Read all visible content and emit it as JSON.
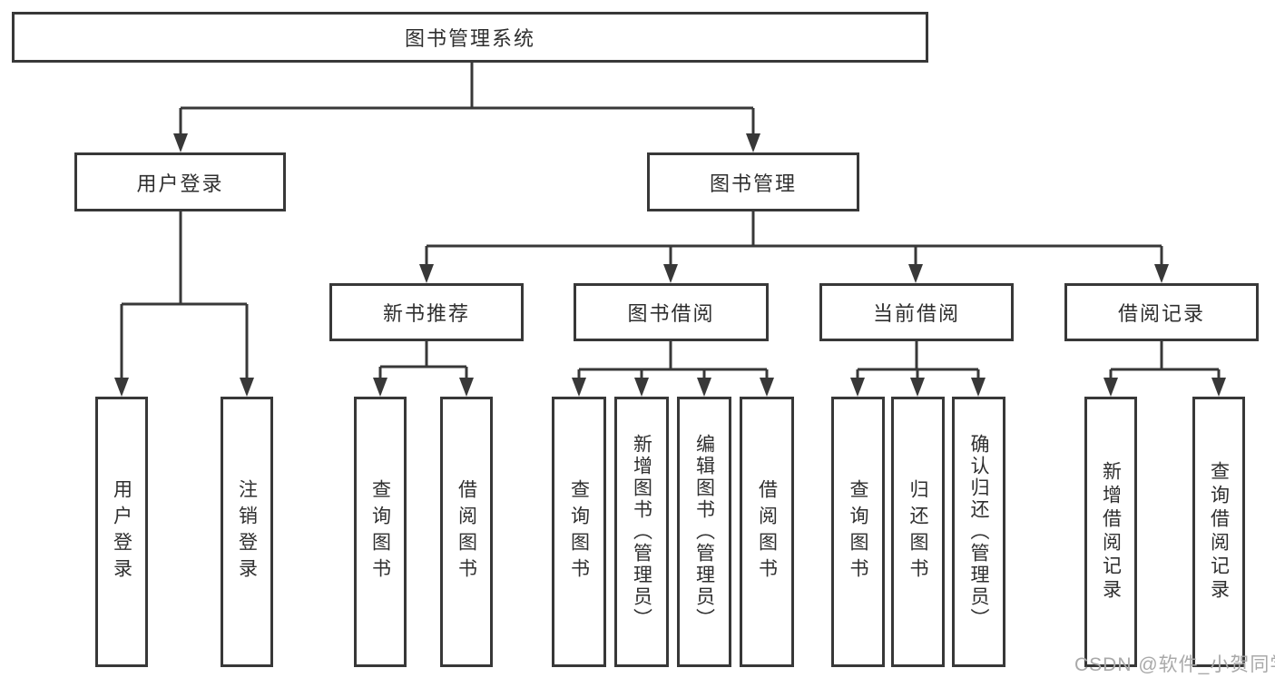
{
  "diagram": {
    "root": {
      "id": "root",
      "label": "图书管理系统"
    },
    "level2": [
      {
        "id": "user-login",
        "label": "用户登录",
        "parent": "root"
      },
      {
        "id": "book-management",
        "label": "图书管理",
        "parent": "root"
      }
    ],
    "level3": [
      {
        "id": "new-book-recommend",
        "label": "新书推荐",
        "parent": "book-management"
      },
      {
        "id": "book-borrow",
        "label": "图书借阅",
        "parent": "book-management"
      },
      {
        "id": "current-borrow",
        "label": "当前借阅",
        "parent": "book-management"
      },
      {
        "id": "borrow-records",
        "label": "借阅记录",
        "parent": "book-management"
      }
    ],
    "leaves": [
      {
        "id": "user-login-leaf",
        "label": "用户登录",
        "parent": "user-login"
      },
      {
        "id": "logout",
        "label": "注销登录",
        "parent": "user-login"
      },
      {
        "id": "query-book-1",
        "label": "查询图书",
        "parent": "new-book-recommend"
      },
      {
        "id": "borrow-book-1",
        "label": "借阅图书",
        "parent": "new-book-recommend"
      },
      {
        "id": "query-book-2",
        "label": "查询图书",
        "parent": "book-borrow"
      },
      {
        "id": "add-book-admin",
        "label": "新增图书（管理员）",
        "parent": "book-borrow"
      },
      {
        "id": "edit-book-admin",
        "label": "编辑图书（管理员）",
        "parent": "book-borrow"
      },
      {
        "id": "borrow-book-2",
        "label": "借阅图书",
        "parent": "book-borrow"
      },
      {
        "id": "query-book-3",
        "label": "查询图书",
        "parent": "current-borrow"
      },
      {
        "id": "return-book",
        "label": "归还图书",
        "parent": "current-borrow"
      },
      {
        "id": "confirm-return-admin",
        "label": "确认归还（管理员）",
        "parent": "current-borrow"
      },
      {
        "id": "add-borrow-record",
        "label": "新增借阅记录",
        "parent": "borrow-records"
      },
      {
        "id": "query-borrow-record",
        "label": "查询借阅记录",
        "parent": "borrow-records"
      }
    ]
  },
  "watermark": {
    "text": "CSDN @软件_小贺同学"
  },
  "colors": {
    "line": "#383838",
    "text": "#2f2f2f",
    "watermark": "#a9a9a9",
    "background": "#ffffff"
  }
}
